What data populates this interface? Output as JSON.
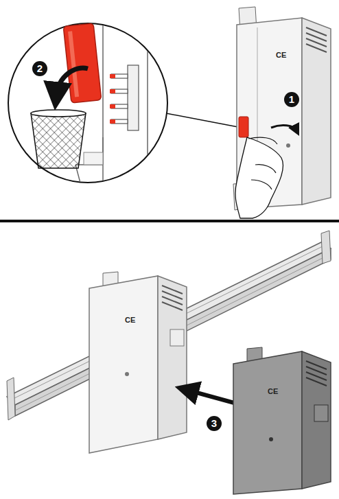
{
  "diagram": {
    "labels": [
      "2",
      "1",
      "3",
      "CE",
      "CE",
      "CE"
    ]
  }
}
